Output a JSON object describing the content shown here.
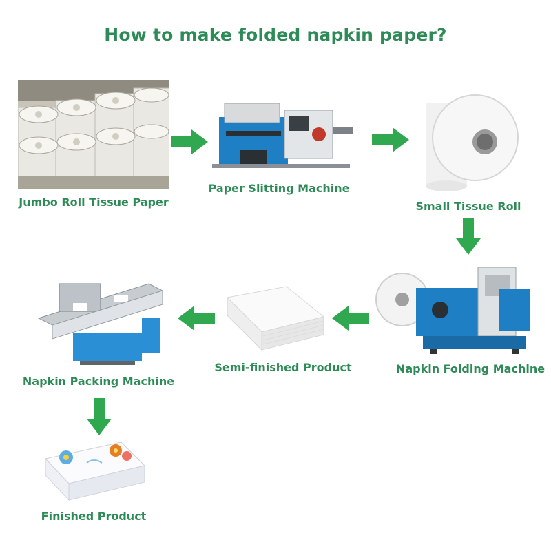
{
  "title": "How to make folded napkin paper?",
  "steps": [
    {
      "label": "Jumbo Roll Tissue Paper"
    },
    {
      "label": "Paper Slitting Machine"
    },
    {
      "label": "Small Tissue Roll"
    },
    {
      "label": "Napkin Folding Machine"
    },
    {
      "label": "Semi-finished Product"
    },
    {
      "label": "Napkin Packing Machine"
    },
    {
      "label": "Finished Product"
    }
  ],
  "colors": {
    "accent": "#2e8b57",
    "arrow": "#2fa84f",
    "machine_blue": "#1f7fc4"
  },
  "icons": [
    "arrow-right-icon",
    "arrow-down-icon",
    "arrow-left-icon"
  ]
}
